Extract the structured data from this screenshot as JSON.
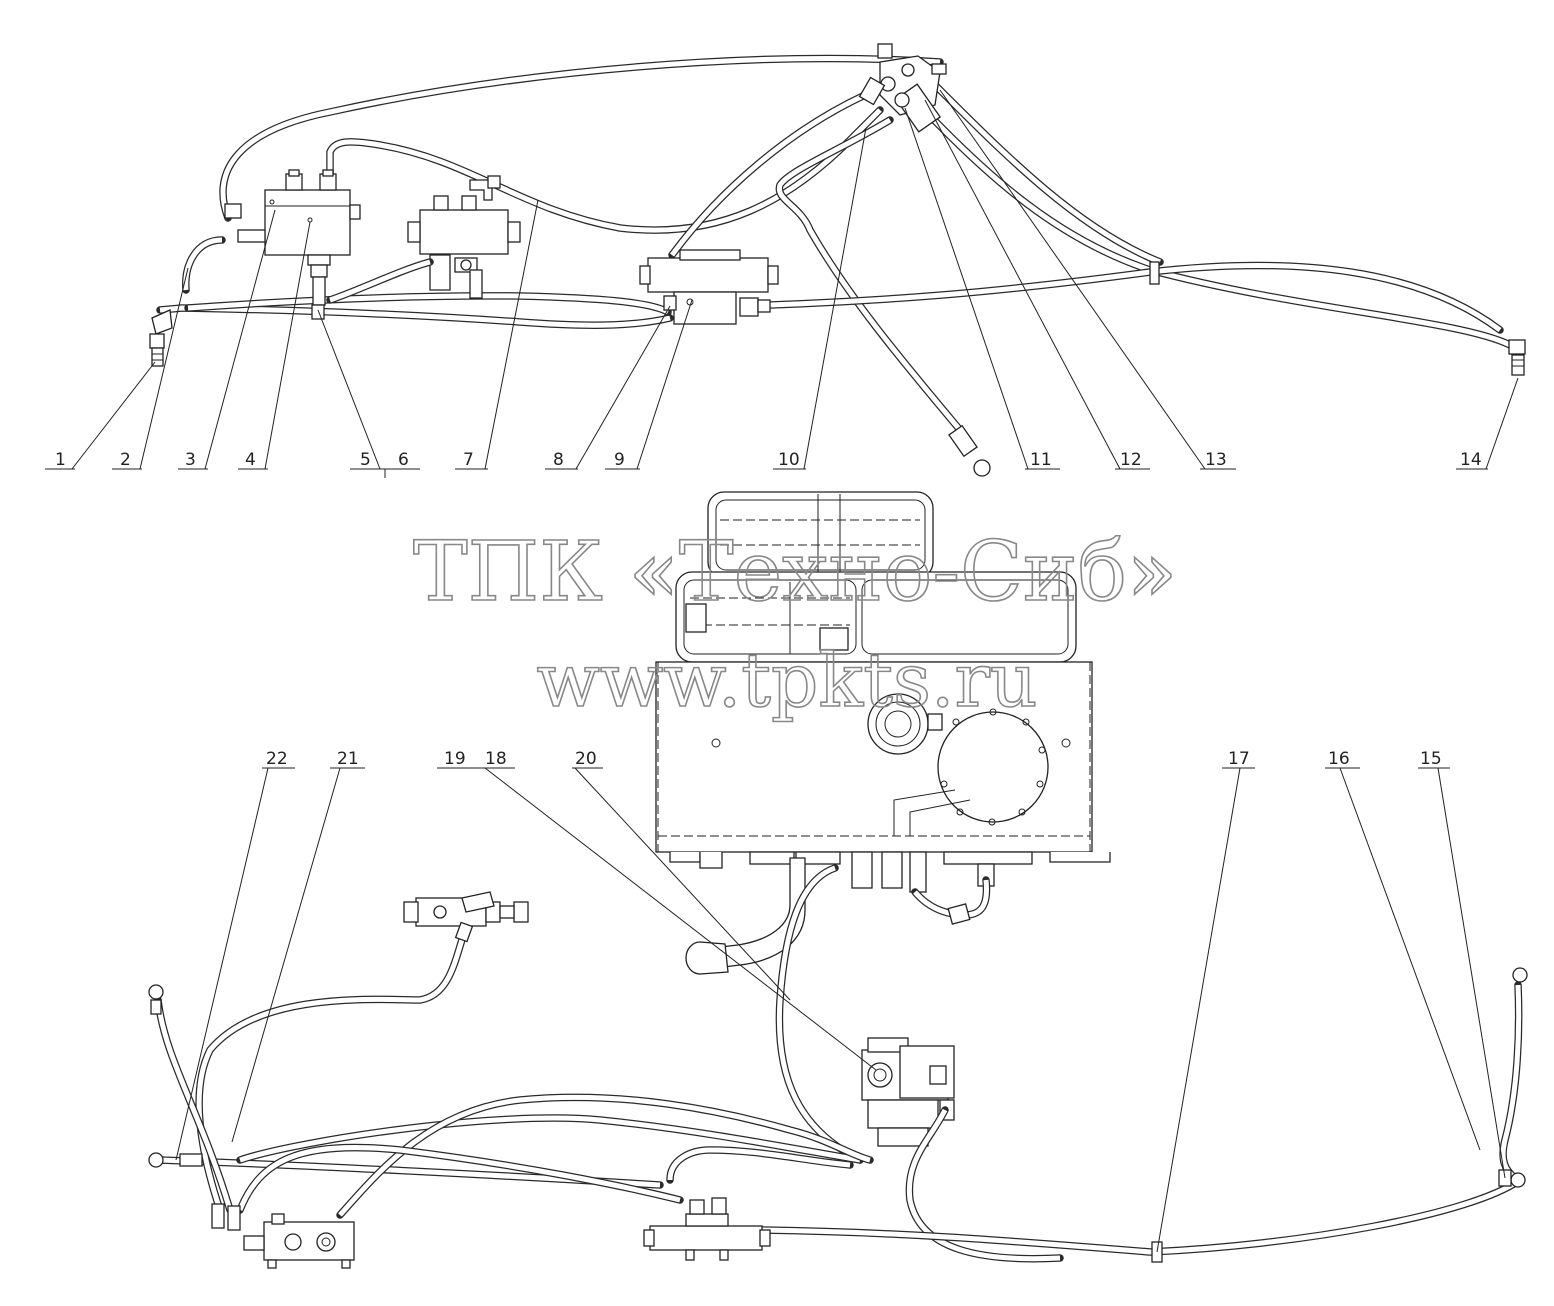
{
  "watermark": {
    "line1": "ТПК «Техно-Сиб»",
    "line2": "www.tpkts.ru"
  },
  "callouts_top": [
    "1",
    "2",
    "3",
    "4",
    "5",
    "6",
    "7",
    "8",
    "9",
    "10",
    "11",
    "12",
    "13",
    "14"
  ],
  "callouts_bottom": [
    "22",
    "21",
    "19",
    "18",
    "20",
    "17",
    "16",
    "15"
  ],
  "colors": {
    "line": "#222222",
    "watermark": "#888888",
    "background": "#ffffff"
  }
}
